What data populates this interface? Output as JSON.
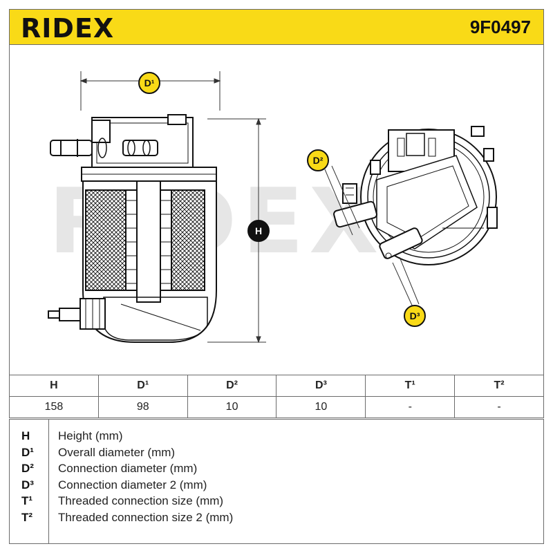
{
  "header": {
    "brand": "RIDEX",
    "part_number": "9F0497",
    "background_color": "#f9da17"
  },
  "watermark": "RIDEX",
  "drawing_labels": {
    "d1": "D¹",
    "h": "H",
    "d2": "D²",
    "d3": "D³"
  },
  "spec_table": {
    "headers": [
      "H",
      "D¹",
      "D²",
      "D³",
      "T¹",
      "T²"
    ],
    "values": [
      "158",
      "98",
      "10",
      "10",
      "-",
      "-"
    ]
  },
  "legend": [
    {
      "key": "H",
      "desc": "Height (mm)"
    },
    {
      "key": "D¹",
      "desc": "Overall diameter (mm)"
    },
    {
      "key": "D²",
      "desc": "Connection diameter (mm)"
    },
    {
      "key": "D³",
      "desc": "Connection diameter 2 (mm)"
    },
    {
      "key": "T¹",
      "desc": "Threaded connection size (mm)"
    },
    {
      "key": "T²",
      "desc": "Threaded connection size 2 (mm)"
    }
  ]
}
